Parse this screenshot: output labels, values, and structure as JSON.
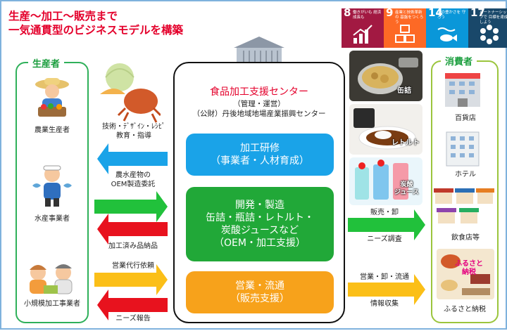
{
  "title": {
    "line1": "生産～加工～販売まで",
    "line2": "一気通貫型のビジネスモデルを構築"
  },
  "sdgs": [
    {
      "num": "8",
      "label": "働きがいも 経済成長も",
      "color": "#a21942",
      "icon": "growth-chart-icon"
    },
    {
      "num": "9",
      "label": "産業と技術革新の 基盤をつくろう",
      "color": "#fd6925",
      "icon": "cubes-icon"
    },
    {
      "num": "14",
      "label": "海の豊かさを 守ろう",
      "color": "#0a97d9",
      "icon": "fish-icon"
    },
    {
      "num": "17",
      "label": "パートナーシップで 目標を達成しよう",
      "color": "#19486a",
      "icon": "flower-icon"
    }
  ],
  "producers": {
    "heading": "生産者",
    "items": [
      "農業生産者",
      "水産事業者",
      "小規模加工事業者"
    ]
  },
  "left_labels": {
    "tech": [
      "技術・ﾃﾞｻﾞｲﾝ・ﾚｼﾋﾟ",
      "教育・指導"
    ],
    "oem": [
      "農水産物の",
      "OEM製造委託"
    ],
    "delivery": "加工済み品納品",
    "sales_request": "営業代行依頼",
    "needs_report": "ニーズ報告"
  },
  "center": {
    "title": "食品加工支援センター",
    "sub1": "（管理・運営）",
    "sub2": "（公財）丹後地域地場産業振興センター",
    "boxes": [
      {
        "lines": [
          "加工研修",
          "（事業者・人材育成）"
        ],
        "color": "#1aa3e8"
      },
      {
        "lines": [
          "開発・製造",
          "缶詰・瓶詰・レトルト・",
          "炭酸ジュースなど",
          "（OEM・加工支援）"
        ],
        "color": "#21a838"
      },
      {
        "lines": [
          "営業・流通",
          "（販売支援）"
        ],
        "color": "#f7a21b"
      }
    ]
  },
  "products": {
    "can": "缶詰",
    "retort": "レトルト",
    "juice": [
      "炭酸",
      "ジュース"
    ]
  },
  "right_labels": {
    "sales_wholesale": "販売・卸",
    "needs_research": "ニーズ調査",
    "sales_dist": "営業・卸・流通",
    "info_collect": "情報収集"
  },
  "consumers": {
    "heading": "消費者",
    "items": [
      "百貨店",
      "ホテル",
      "飲食店等",
      "ふるさと納税"
    ],
    "furusato_tag": [
      "ふるさと",
      "納税"
    ]
  },
  "colors": {
    "blue": "#1aa3e8",
    "green": "#21c13b",
    "red": "#e8121e",
    "yellow": "#fbbf18",
    "panel_green": "#2fb05a",
    "title_red": "#e4002b"
  }
}
